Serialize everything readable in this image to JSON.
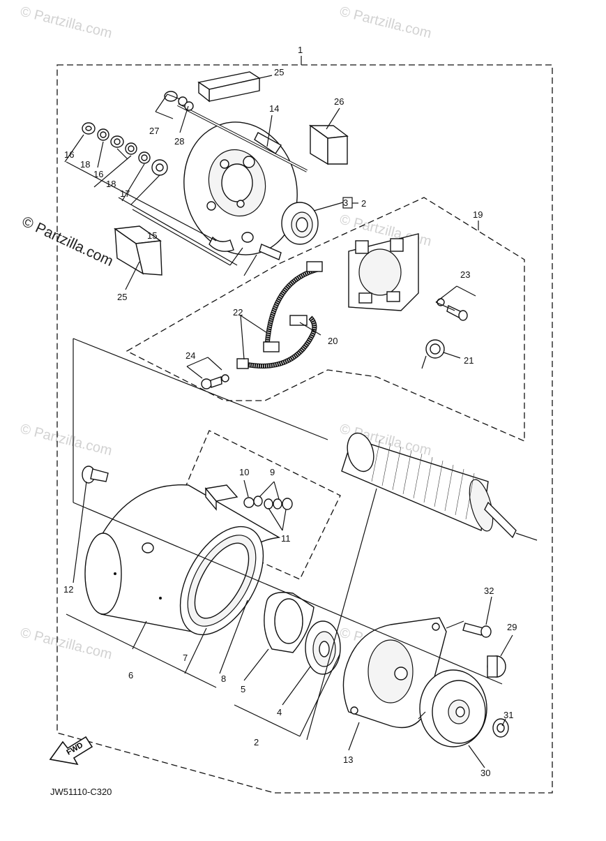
{
  "watermark": {
    "text": "© Partzilla.com",
    "side_text": "© Partzilla.com"
  },
  "diagram_code": "JW51110-C320",
  "fwd_label": "FWD",
  "callouts": {
    "c1": "1",
    "c2a": "2",
    "c2b": "2",
    "c3": "3",
    "c4": "4",
    "c5": "5",
    "c6": "6",
    "c7": "7",
    "c8": "8",
    "c9": "9",
    "c10": "10",
    "c11": "11",
    "c12": "12",
    "c13": "13",
    "c14": "14",
    "c15": "15",
    "c16a": "16",
    "c16b": "16",
    "c17": "17",
    "c18a": "18",
    "c18b": "18",
    "c19": "19",
    "c20": "20",
    "c21": "21",
    "c22": "22",
    "c23": "23",
    "c24": "24",
    "c25a": "25",
    "c25b": "25",
    "c26": "26",
    "c27": "27",
    "c28": "28",
    "c29": "29",
    "c30": "30",
    "c31": "31",
    "c32": "32"
  }
}
